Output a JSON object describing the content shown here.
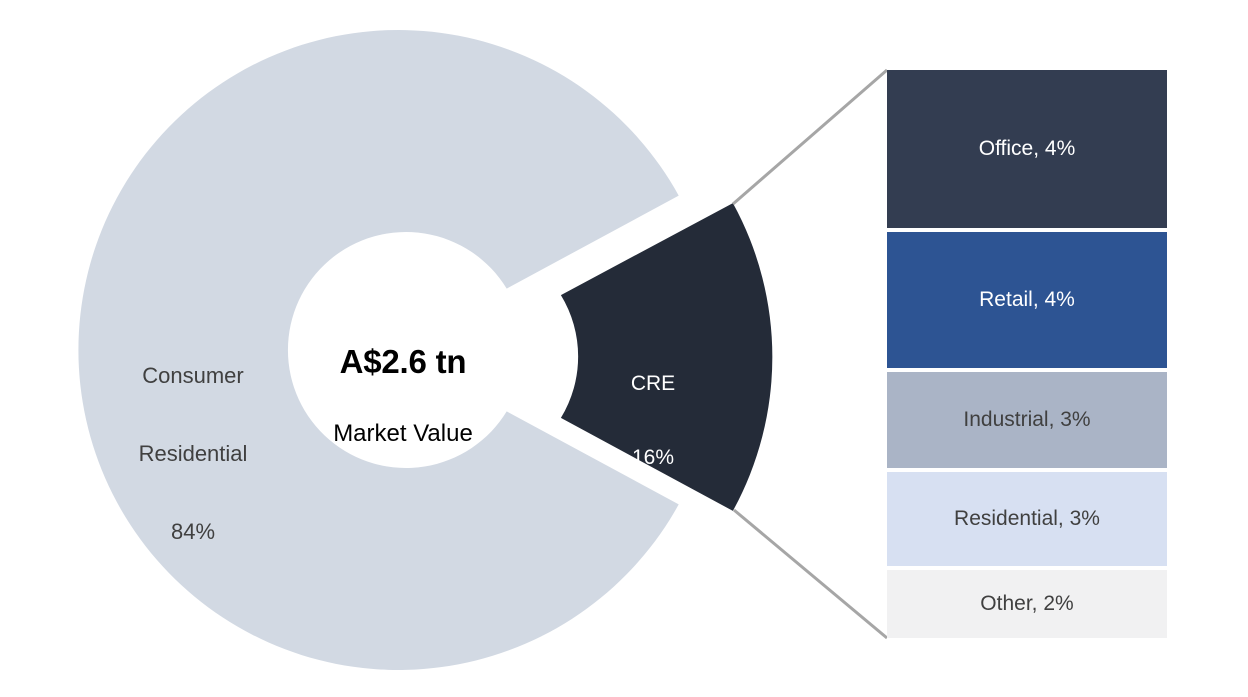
{
  "chart_data": {
    "type": "pie",
    "title": "",
    "subtitle": "",
    "center_value": "A$2.6 tn",
    "center_caption": "Market Value",
    "legend_position": "none",
    "grid": false,
    "categories": [
      "Consumer Residential",
      "CRE"
    ],
    "values": [
      84,
      16
    ],
    "unit": "%",
    "slices": [
      {
        "name": "Consumer Residential",
        "label_line1": "Consumer",
        "label_line2": "Residential",
        "label_line3": "84%",
        "value": 84,
        "color": "#d2d9e3",
        "text_color": "#404040",
        "exploded": false
      },
      {
        "name": "CRE",
        "label_line1": "CRE",
        "label_line2": "16%",
        "value": 16,
        "color": "#242b38",
        "text_color": "#ffffff",
        "exploded": true
      }
    ],
    "breakdown_title": "",
    "breakdown": [
      {
        "name": "Office",
        "label": "Office, 4%",
        "value": 4,
        "color": "#333d51",
        "text_color": "#ffffff"
      },
      {
        "name": "Retail",
        "label": "Retail, 4%",
        "value": 4,
        "color": "#2d5493",
        "text_color": "#ffffff"
      },
      {
        "name": "Industrial",
        "label": "Industrial, 3%",
        "value": 3,
        "color": "#aab4c6",
        "text_color": "#404040"
      },
      {
        "name": "Residential",
        "label": "Residential, 3%",
        "value": 3,
        "color": "#d7e0f2",
        "text_color": "#404040"
      },
      {
        "name": "Other",
        "label": "Other, 2%",
        "value": 2,
        "color": "#f1f1f2",
        "text_color": "#404040"
      }
    ],
    "connector_color": "#a6a6a6",
    "background_color": "#ffffff"
  }
}
